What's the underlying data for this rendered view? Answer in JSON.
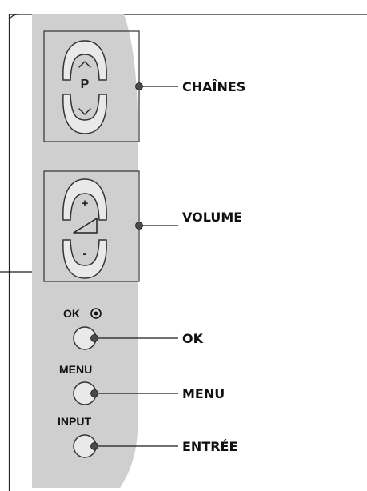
{
  "panel": {
    "channel_group": {
      "symbol_label": "P",
      "up_glyph": "chevron-up-icon",
      "down_glyph": "chevron-down-icon"
    },
    "volume_group": {
      "plus_label": "+",
      "minus_label": "-",
      "level_glyph": "volume-ramp-icon"
    },
    "ok_button": {
      "label": "OK",
      "glyph": "target-dot-icon"
    },
    "menu_button": {
      "label": "MENU"
    },
    "input_button": {
      "label": "INPUT"
    }
  },
  "callouts": {
    "channels": "CHAÎNES",
    "volume": "VOLUME",
    "ok": "OK",
    "menu": "MENU",
    "input": "ENTRÉE"
  },
  "colors": {
    "panel": "#cfcfcf",
    "button": "#e9e9e9",
    "line": "#1a1a1a"
  }
}
